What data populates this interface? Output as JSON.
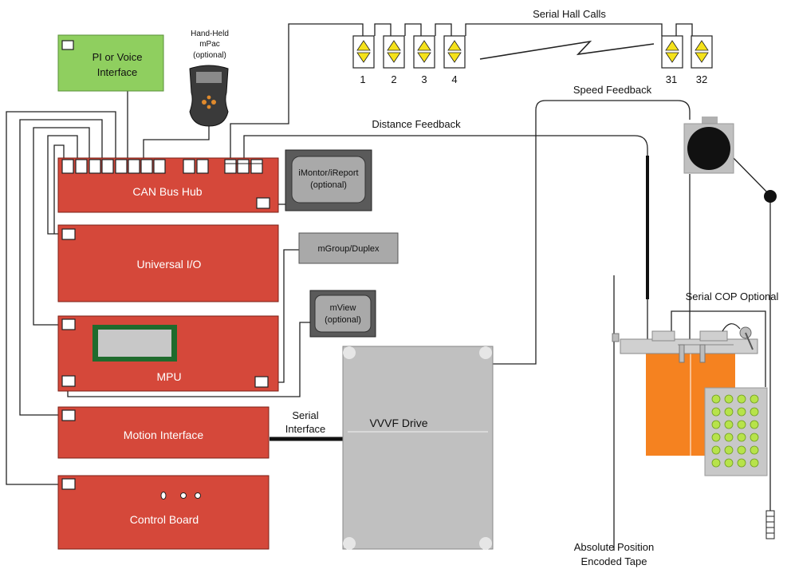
{
  "labels": {
    "pi_voice_line1": "PI or Voice",
    "pi_voice_line2": "Interface",
    "handheld_line1": "Hand-Held",
    "handheld_line2": "mPac",
    "handheld_line3": "(optional)",
    "can_bus_hub": "CAN Bus Hub",
    "imonitor_line1": "iMontor/iReport",
    "imonitor_line2": "(optional)",
    "universal_io": "Universal I/O",
    "mgroup": "mGroup/Duplex",
    "mview_line1": "mView",
    "mview_line2": "(optional)",
    "mpu": "MPU",
    "motion_interface": "Motion Interface",
    "control_board": "Control Board",
    "serial_line1": "Serial",
    "serial_line2": "Interface",
    "vvvf_drive": "VVVF Drive",
    "serial_hall_calls": "Serial Hall Calls",
    "speed_feedback": "Speed Feedback",
    "distance_feedback": "Distance Feedback",
    "serial_cop": "Serial COP Optional",
    "tape_line1": "Absolute Position",
    "tape_line2": "Encoded Tape"
  },
  "hall_call_numbers": [
    "1",
    "2",
    "3",
    "4",
    "31",
    "32"
  ],
  "colors": {
    "board_red": "#d5483a",
    "board_stroke": "#7a1f15",
    "pi_green": "#8fcf5f",
    "grey_box": "#a9a9a9",
    "dark_grey": "#555555",
    "drive_grey": "#c0c0c0",
    "yellow": "#f5e21b",
    "car_orange": "#f58220",
    "cop_light": "#b7e34a",
    "mpu_screen_border": "#1f6b2d",
    "mpu_screen": "#c8c8c8"
  }
}
